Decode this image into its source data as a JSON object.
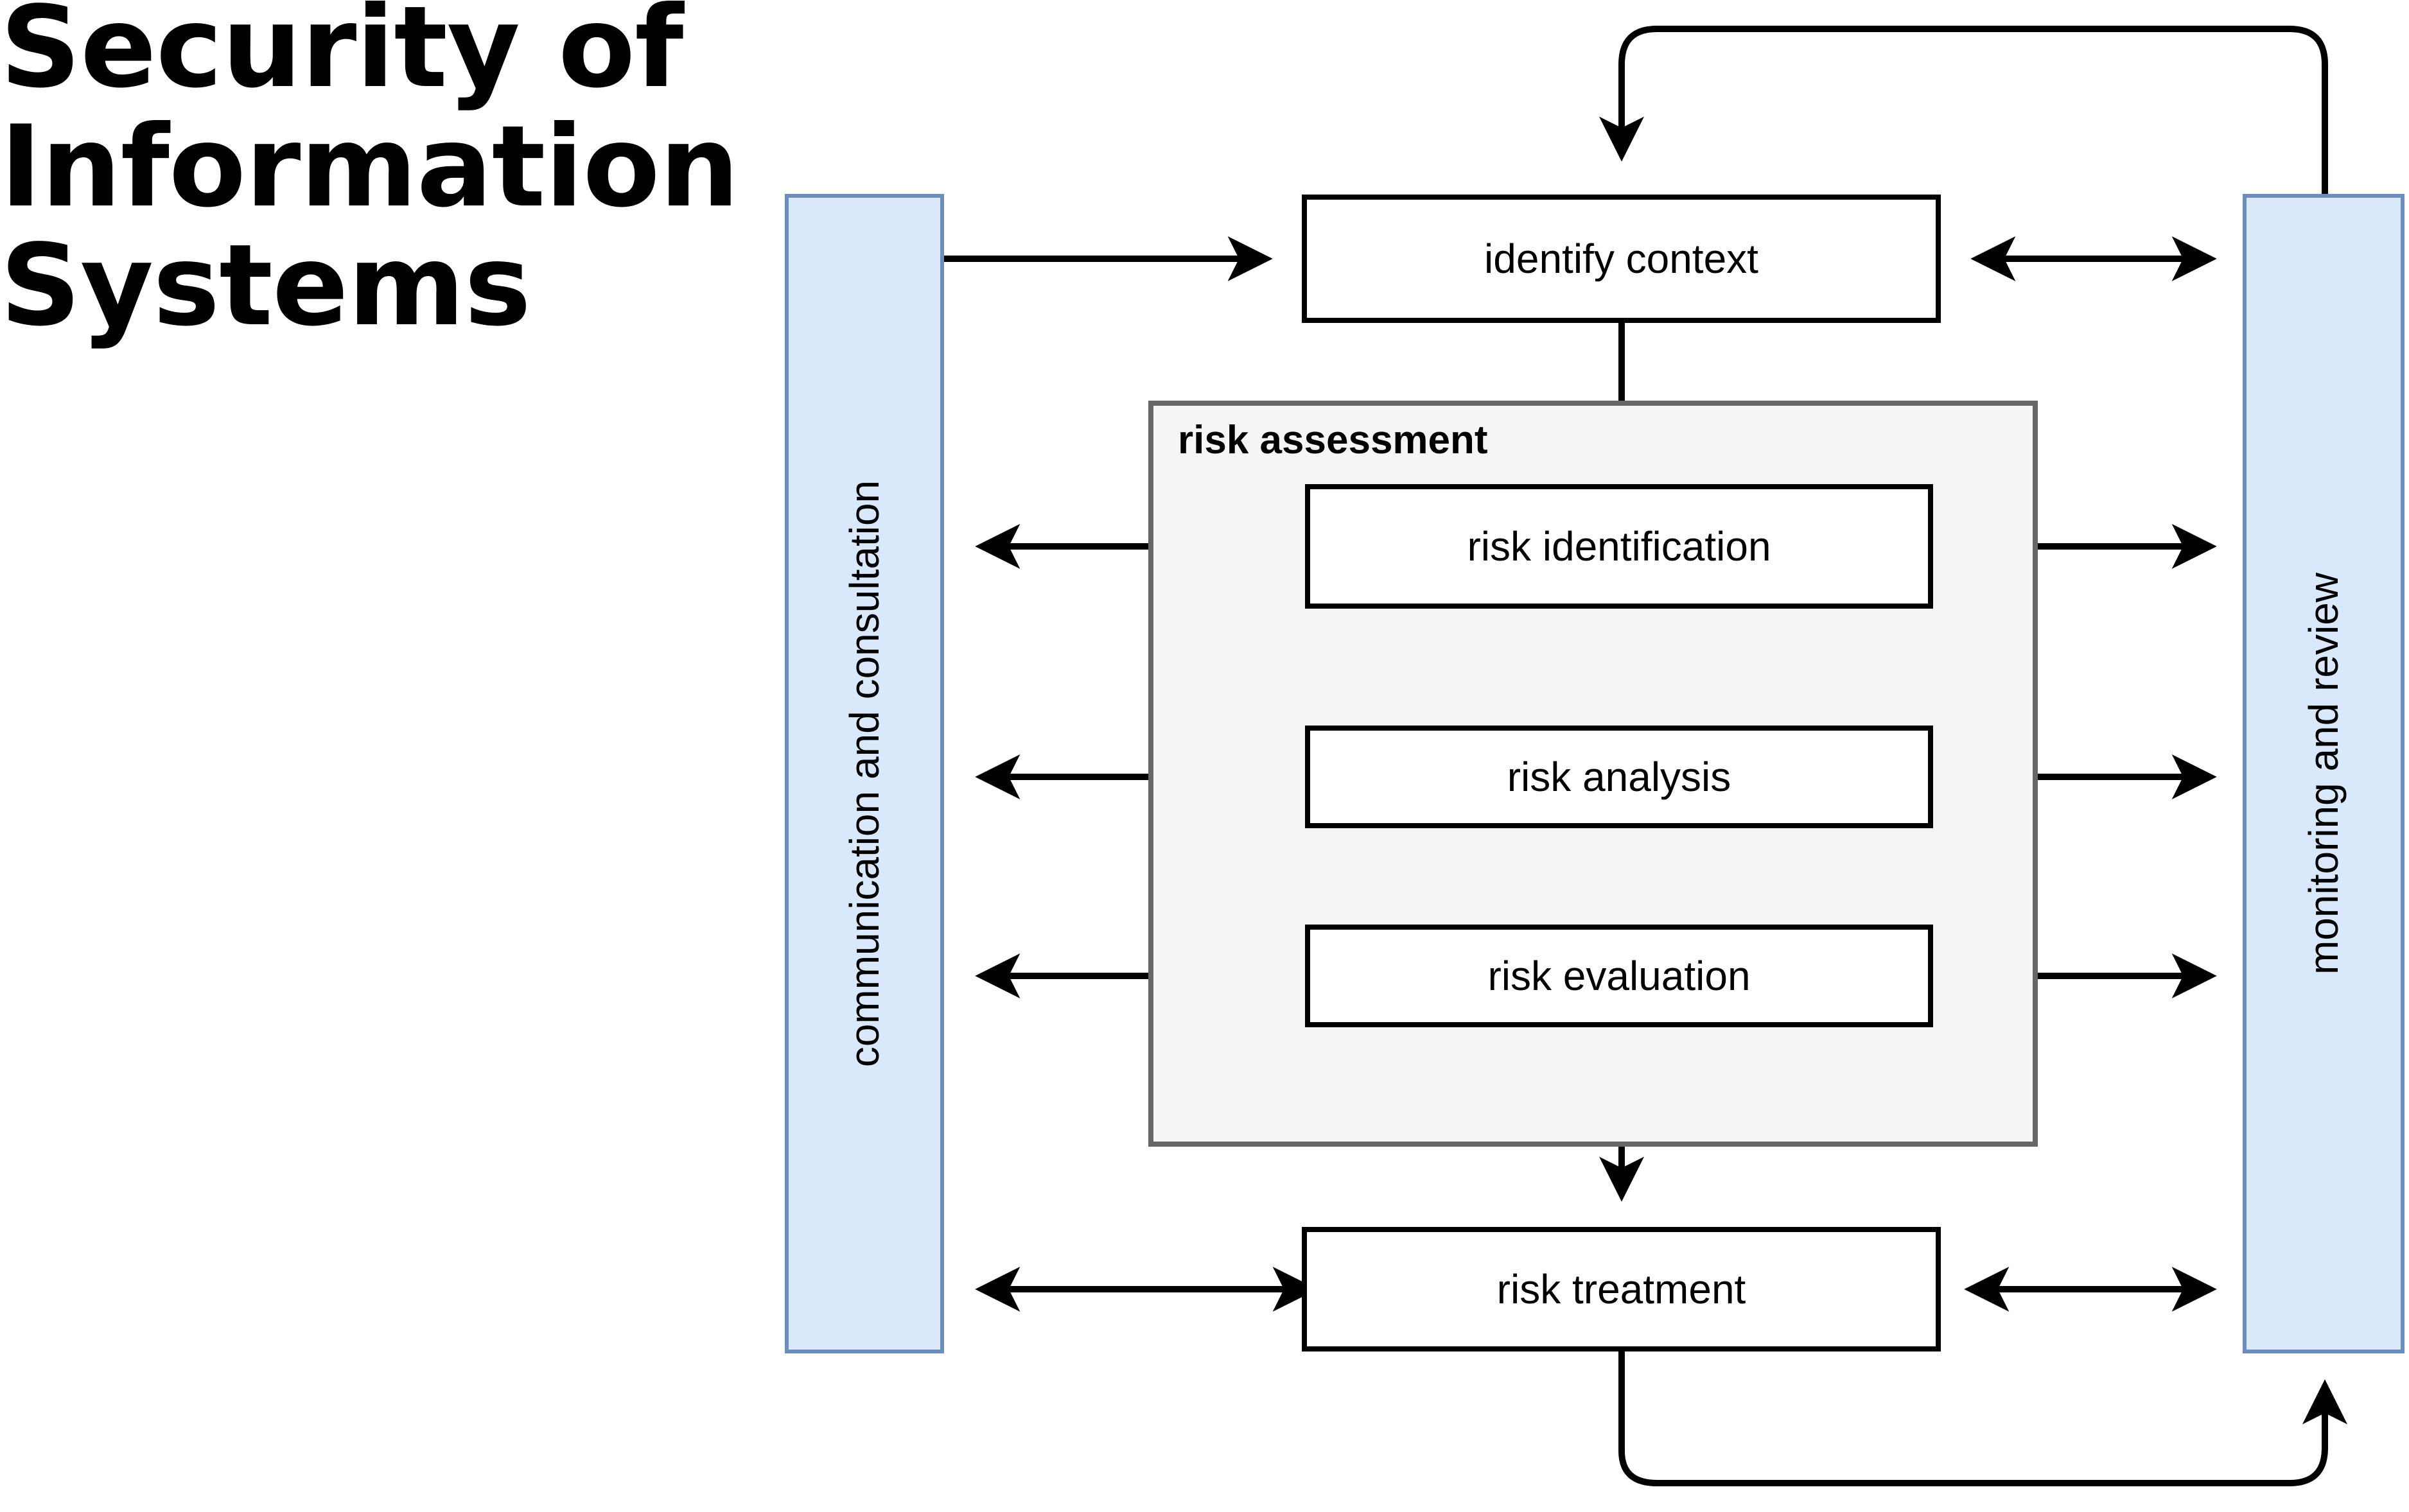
{
  "title": {
    "text": "Security of\nInformation\nSystems"
  },
  "diagram": {
    "name": "risk-management-process",
    "sidebars": {
      "left": {
        "label": "communication and consultation",
        "fill": "#dae8fc",
        "stroke": "#6c8ebf"
      },
      "right": {
        "label": "monitoring and review",
        "fill": "#dae8fc",
        "stroke": "#6c8ebf"
      }
    },
    "group": {
      "label": "risk assessment",
      "fill": "#f5f5f5",
      "stroke": "#666666"
    },
    "boxes": [
      {
        "id": "identify-context",
        "label": "identify context"
      },
      {
        "id": "risk-identification",
        "label": "risk identification"
      },
      {
        "id": "risk-analysis",
        "label": "risk analysis"
      },
      {
        "id": "risk-evaluation",
        "label": "risk evaluation"
      },
      {
        "id": "risk-treatment",
        "label": "risk treatment"
      }
    ],
    "connectors": [
      {
        "from": "communication-and-consultation",
        "to": "identify-context",
        "type": "arrow"
      },
      {
        "from": "identify-context",
        "to": "monitoring-and-review",
        "type": "double-arrow"
      },
      {
        "from": "identify-context",
        "to": "risk-identification",
        "type": "arrow"
      },
      {
        "from": "communication-and-consultation",
        "to": "risk-identification",
        "type": "double-arrow"
      },
      {
        "from": "risk-identification",
        "to": "monitoring-and-review",
        "type": "double-arrow"
      },
      {
        "from": "risk-identification",
        "to": "risk-analysis",
        "type": "arrow"
      },
      {
        "from": "communication-and-consultation",
        "to": "risk-analysis",
        "type": "double-arrow"
      },
      {
        "from": "risk-analysis",
        "to": "monitoring-and-review",
        "type": "double-arrow"
      },
      {
        "from": "risk-analysis",
        "to": "risk-evaluation",
        "type": "arrow"
      },
      {
        "from": "communication-and-consultation",
        "to": "risk-evaluation",
        "type": "double-arrow"
      },
      {
        "from": "risk-evaluation",
        "to": "monitoring-and-review",
        "type": "double-arrow"
      },
      {
        "from": "risk-evaluation",
        "to": "risk-treatment",
        "type": "arrow"
      },
      {
        "from": "communication-and-consultation",
        "to": "risk-treatment",
        "type": "double-arrow"
      },
      {
        "from": "risk-treatment",
        "to": "monitoring-and-review",
        "type": "double-arrow"
      },
      {
        "from": "monitoring-and-review",
        "to": "identify-context",
        "type": "feedback-loop-top"
      },
      {
        "from": "risk-treatment",
        "to": "monitoring-and-review",
        "type": "feedback-loop-bottom"
      }
    ],
    "colors": {
      "box_stroke": "#000000",
      "box_fill": "#ffffff",
      "group_fill": "#f5f5f5",
      "group_stroke": "#666666",
      "sidebar_fill": "#dae8fc",
      "sidebar_stroke": "#6c8ebf",
      "connector": "#000000"
    }
  }
}
